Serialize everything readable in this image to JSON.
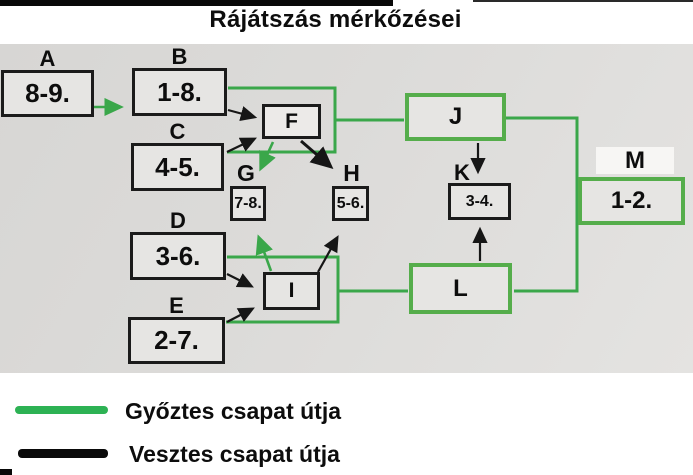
{
  "title": "Rájátszás mérkőzései",
  "nodes": {
    "A": {
      "letter": "A",
      "match": "8-9."
    },
    "B": {
      "letter": "B",
      "match": "1-8."
    },
    "C": {
      "letter": "C",
      "match": "4-5."
    },
    "D": {
      "letter": "D",
      "match": "3-6."
    },
    "E": {
      "letter": "E",
      "match": "2-7."
    },
    "F": {
      "letter": "F"
    },
    "G": {
      "letter": "G",
      "match": "7-8."
    },
    "H": {
      "letter": "H",
      "match": "5-6."
    },
    "I": {
      "letter": "I"
    },
    "J": {
      "letter": "J"
    },
    "K": {
      "letter": "K",
      "match": "3-4."
    },
    "L": {
      "letter": "L"
    },
    "M": {
      "letter": "M",
      "match": "1-2."
    }
  },
  "edges": [
    {
      "from": "A",
      "to": "B",
      "path": "winner"
    },
    {
      "from": "B",
      "to": "J",
      "path": "winner"
    },
    {
      "from": "C",
      "to": "J",
      "path": "winner"
    },
    {
      "from": "B",
      "to": "F",
      "path": "loser"
    },
    {
      "from": "C",
      "to": "F",
      "path": "loser"
    },
    {
      "from": "D",
      "to": "L",
      "path": "winner"
    },
    {
      "from": "E",
      "to": "L",
      "path": "winner"
    },
    {
      "from": "D",
      "to": "I",
      "path": "loser"
    },
    {
      "from": "E",
      "to": "I",
      "path": "loser"
    },
    {
      "from": "F",
      "to": "G",
      "path": "winner"
    },
    {
      "from": "F",
      "to": "H",
      "path": "loser"
    },
    {
      "from": "I",
      "to": "G",
      "path": "winner"
    },
    {
      "from": "I",
      "to": "H",
      "path": "loser"
    },
    {
      "from": "J",
      "to": "M",
      "path": "winner"
    },
    {
      "from": "J",
      "to": "K",
      "path": "loser"
    },
    {
      "from": "L",
      "to": "M",
      "path": "winner"
    },
    {
      "from": "L",
      "to": "K",
      "path": "loser"
    }
  ],
  "legend": [
    {
      "label": "Győztes csapat útja",
      "meaning": "winner-path",
      "color": "#2db254"
    },
    {
      "label": "Vesztes csapat útja",
      "meaning": "loser-path",
      "color": "#0a0a0a"
    }
  ],
  "colors": {
    "winner_line": "#3aa74a",
    "winner_box_border": "#55ad4b",
    "loser_line": "#161616"
  }
}
